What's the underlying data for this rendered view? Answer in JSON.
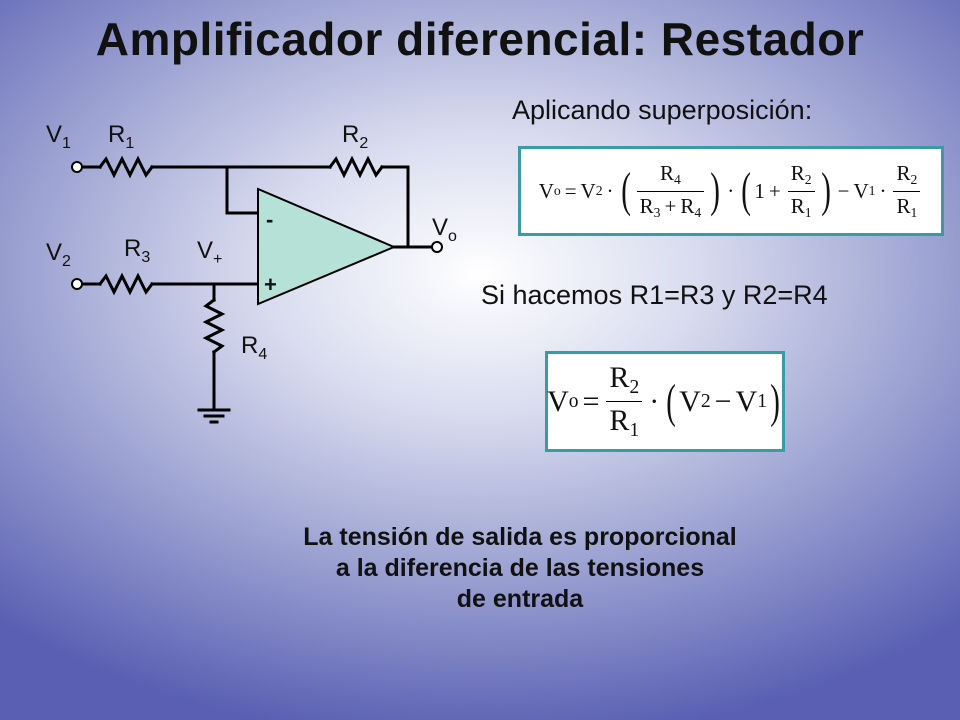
{
  "slide": {
    "title": "Amplificador diferencial: Restador",
    "subtitle": "Aplicando superposición:",
    "condition": "Si hacemos R1=R3 y R2=R4",
    "conclusion": [
      "La tensión de salida es proporcional",
      "a la diferencia de las tensiones",
      "de entrada"
    ]
  },
  "circuit": {
    "labels": {
      "v1": {
        "base": "V",
        "sub": "1"
      },
      "r1": {
        "base": "R",
        "sub": "1"
      },
      "r2": {
        "base": "R",
        "sub": "2"
      },
      "v2": {
        "base": "V",
        "sub": "2"
      },
      "r3": {
        "base": "R",
        "sub": "3"
      },
      "vplus": {
        "base": "V",
        "sub": "+"
      },
      "r4": {
        "base": "R",
        "sub": "4"
      },
      "vo": {
        "base": "V",
        "sub": "o"
      }
    },
    "minus_sign": "-",
    "plus_sign": "+",
    "opamp_fill": "#b6e1d7",
    "wire_color": "#000000"
  },
  "formula1": {
    "vo": "V",
    "vo_sub": "o",
    "eq": "=",
    "v2": "V",
    "v2_sub": "2",
    "dot": "·",
    "f1_num": "R",
    "f1_num_sub": "4",
    "f1_den_a": "R",
    "f1_den_a_sub": "3",
    "f1_plus": "+",
    "f1_den_b": "R",
    "f1_den_b_sub": "4",
    "one": "1",
    "plus": "+",
    "f2_num": "R",
    "f2_num_sub": "2",
    "f2_den": "R",
    "f2_den_sub": "1",
    "minus": "−",
    "v1": "V",
    "v1_sub": "1",
    "f3_num": "R",
    "f3_num_sub": "2",
    "f3_den": "R",
    "f3_den_sub": "1",
    "lparen": "(",
    "rparen": ")"
  },
  "formula2": {
    "vo": "V",
    "vo_sub": "o",
    "eq": "=",
    "num": "R",
    "num_sub": "2",
    "den": "R",
    "den_sub": "1",
    "dot": "·",
    "lparen": "(",
    "v2": "V",
    "v2_sub": "2",
    "minus": "−",
    "v1": "V",
    "v1_sub": "1",
    "rparen": ")"
  }
}
